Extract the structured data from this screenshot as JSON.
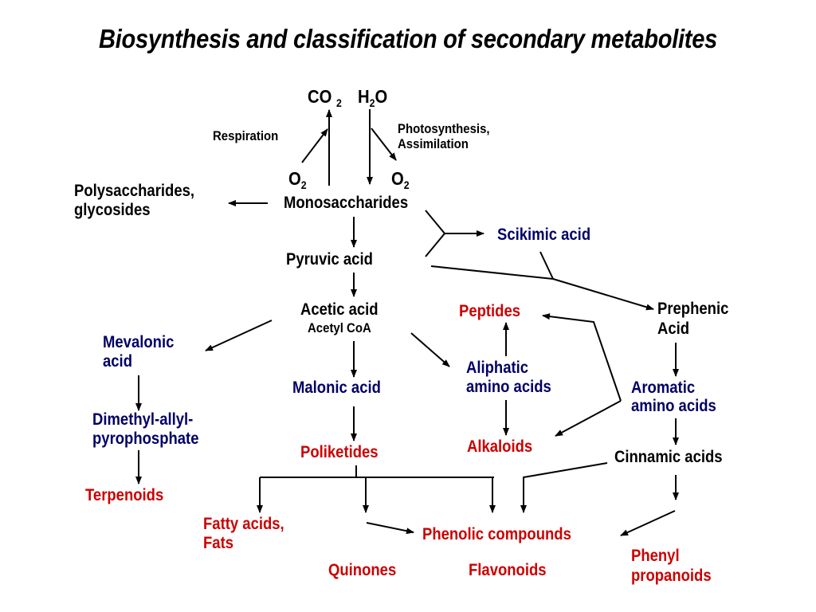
{
  "title": "Biosynthesis and classification of secondary metabolites",
  "colors": {
    "source": "#000000",
    "intermediate": "#000066",
    "product": "#CC0000",
    "arrow": "#000000"
  },
  "nodes": {
    "co2": {
      "main": "CO",
      "sub": "2"
    },
    "h2o": {
      "pre": "H",
      "sub": "2",
      "post": "O"
    },
    "respiration": "Respiration",
    "photosynthesis_l1": "Photosynthesis,",
    "photosynthesis_l2": "Assimilation",
    "o2_left": {
      "main": "O",
      "sub": "2"
    },
    "o2_right": {
      "main": "O",
      "sub": "2"
    },
    "polysaccharides_l1": "Polysaccharides,",
    "polysaccharides_l2": "glycosides",
    "monosaccharides": "Monosaccharides",
    "scikimic_acid": "Scikimic acid",
    "pyruvic_acid": "Pyruvic acid",
    "acetic_acid": "Acetic acid",
    "acetyl_coa": "Acetyl CoA",
    "peptides": "Peptides",
    "prephenic_l1": "Prephenic",
    "prephenic_l2": "Acid",
    "mevalonic_l1": "Mevalonic",
    "mevalonic_l2": "acid",
    "malonic_acid": "Malonic acid",
    "aliphatic_l1": "Aliphatic",
    "aliphatic_l2": "amino acids",
    "aromatic_l1": "Aromatic",
    "aromatic_l2": "amino acids",
    "dimethyl_l1": "Dimethyl-allyl-",
    "dimethyl_l2": "pyrophosphate",
    "poliketides": "Poliketides",
    "alkaloids": "Alkaloids",
    "cinnamic_acids": "Cinnamic acids",
    "terpenoids": "Terpenoids",
    "fatty_l1": "Fatty acids,",
    "fatty_l2": "Fats",
    "phenolic_compounds": "Phenolic compounds",
    "phenyl_l1": "Phenyl",
    "phenyl_l2": "propanoids",
    "quinones": "Quinones",
    "flavonoids": "Flavonoids"
  }
}
